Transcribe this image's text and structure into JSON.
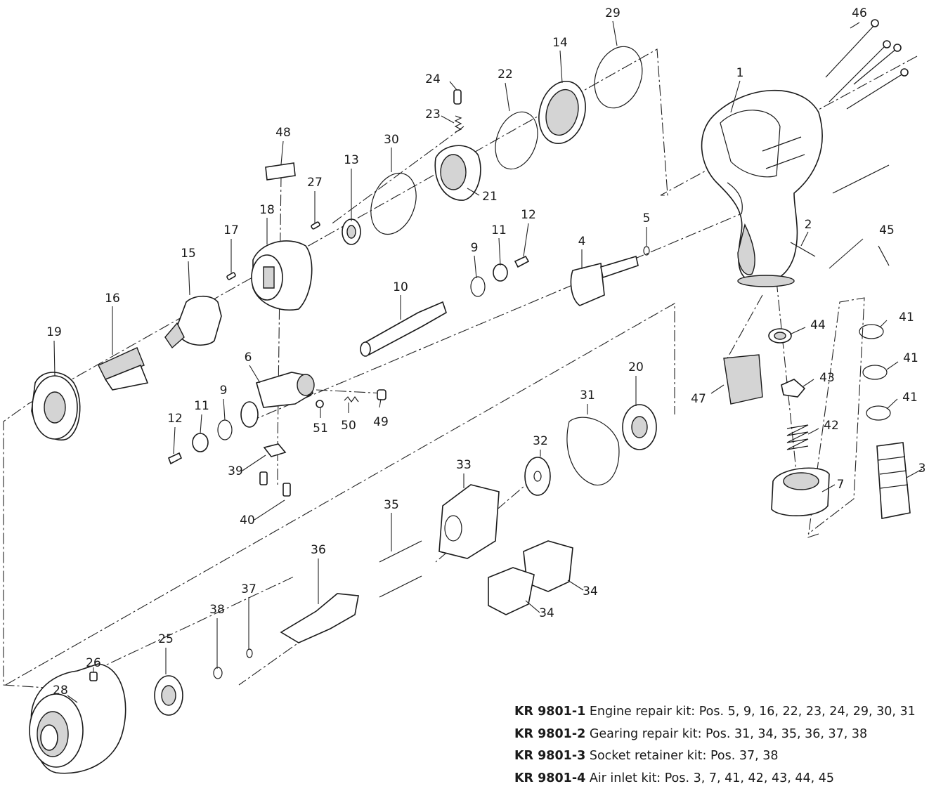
{
  "labels": {
    "n1": "1",
    "n2": "2",
    "n3": "3",
    "n4": "4",
    "n5": "5",
    "n6": "6",
    "n7": "7",
    "n9a": "9",
    "n9b": "9",
    "n10": "10",
    "n11a": "11",
    "n11b": "11",
    "n12a": "12",
    "n12b": "12",
    "n13": "13",
    "n14": "14",
    "n15": "15",
    "n16": "16",
    "n17": "17",
    "n18": "18",
    "n19": "19",
    "n20": "20",
    "n21": "21",
    "n22": "22",
    "n23": "23",
    "n24": "24",
    "n25": "25",
    "n26": "26",
    "n27": "27",
    "n28": "28",
    "n29": "29",
    "n30": "30",
    "n31": "31",
    "n32": "32",
    "n33": "33",
    "n34a": "34",
    "n34b": "34",
    "n35": "35",
    "n36": "36",
    "n37": "37",
    "n38": "38",
    "n39": "39",
    "n40": "40",
    "n41a": "41",
    "n41b": "41",
    "n41c": "41",
    "n42": "42",
    "n43": "43",
    "n44": "44",
    "n45": "45",
    "n46": "46",
    "n47": "47",
    "n48": "48",
    "n49": "49",
    "n50": "50",
    "n51": "51"
  },
  "kits": [
    {
      "code": "KR 9801-1",
      "text": " Engine repair kit: Pos. 5, 9, 16, 22, 23, 24, 29, 30, 31"
    },
    {
      "code": "KR 9801-2",
      "text": " Gearing repair kit: Pos. 31, 34, 35, 36, 37, 38"
    },
    {
      "code": "KR 9801-3",
      "text": " Socket retainer kit: Pos. 37, 38"
    },
    {
      "code": "KR 9801-4",
      "text": " Air inlet kit: Pos. 3, 7, 41, 42, 43, 44, 45"
    }
  ]
}
